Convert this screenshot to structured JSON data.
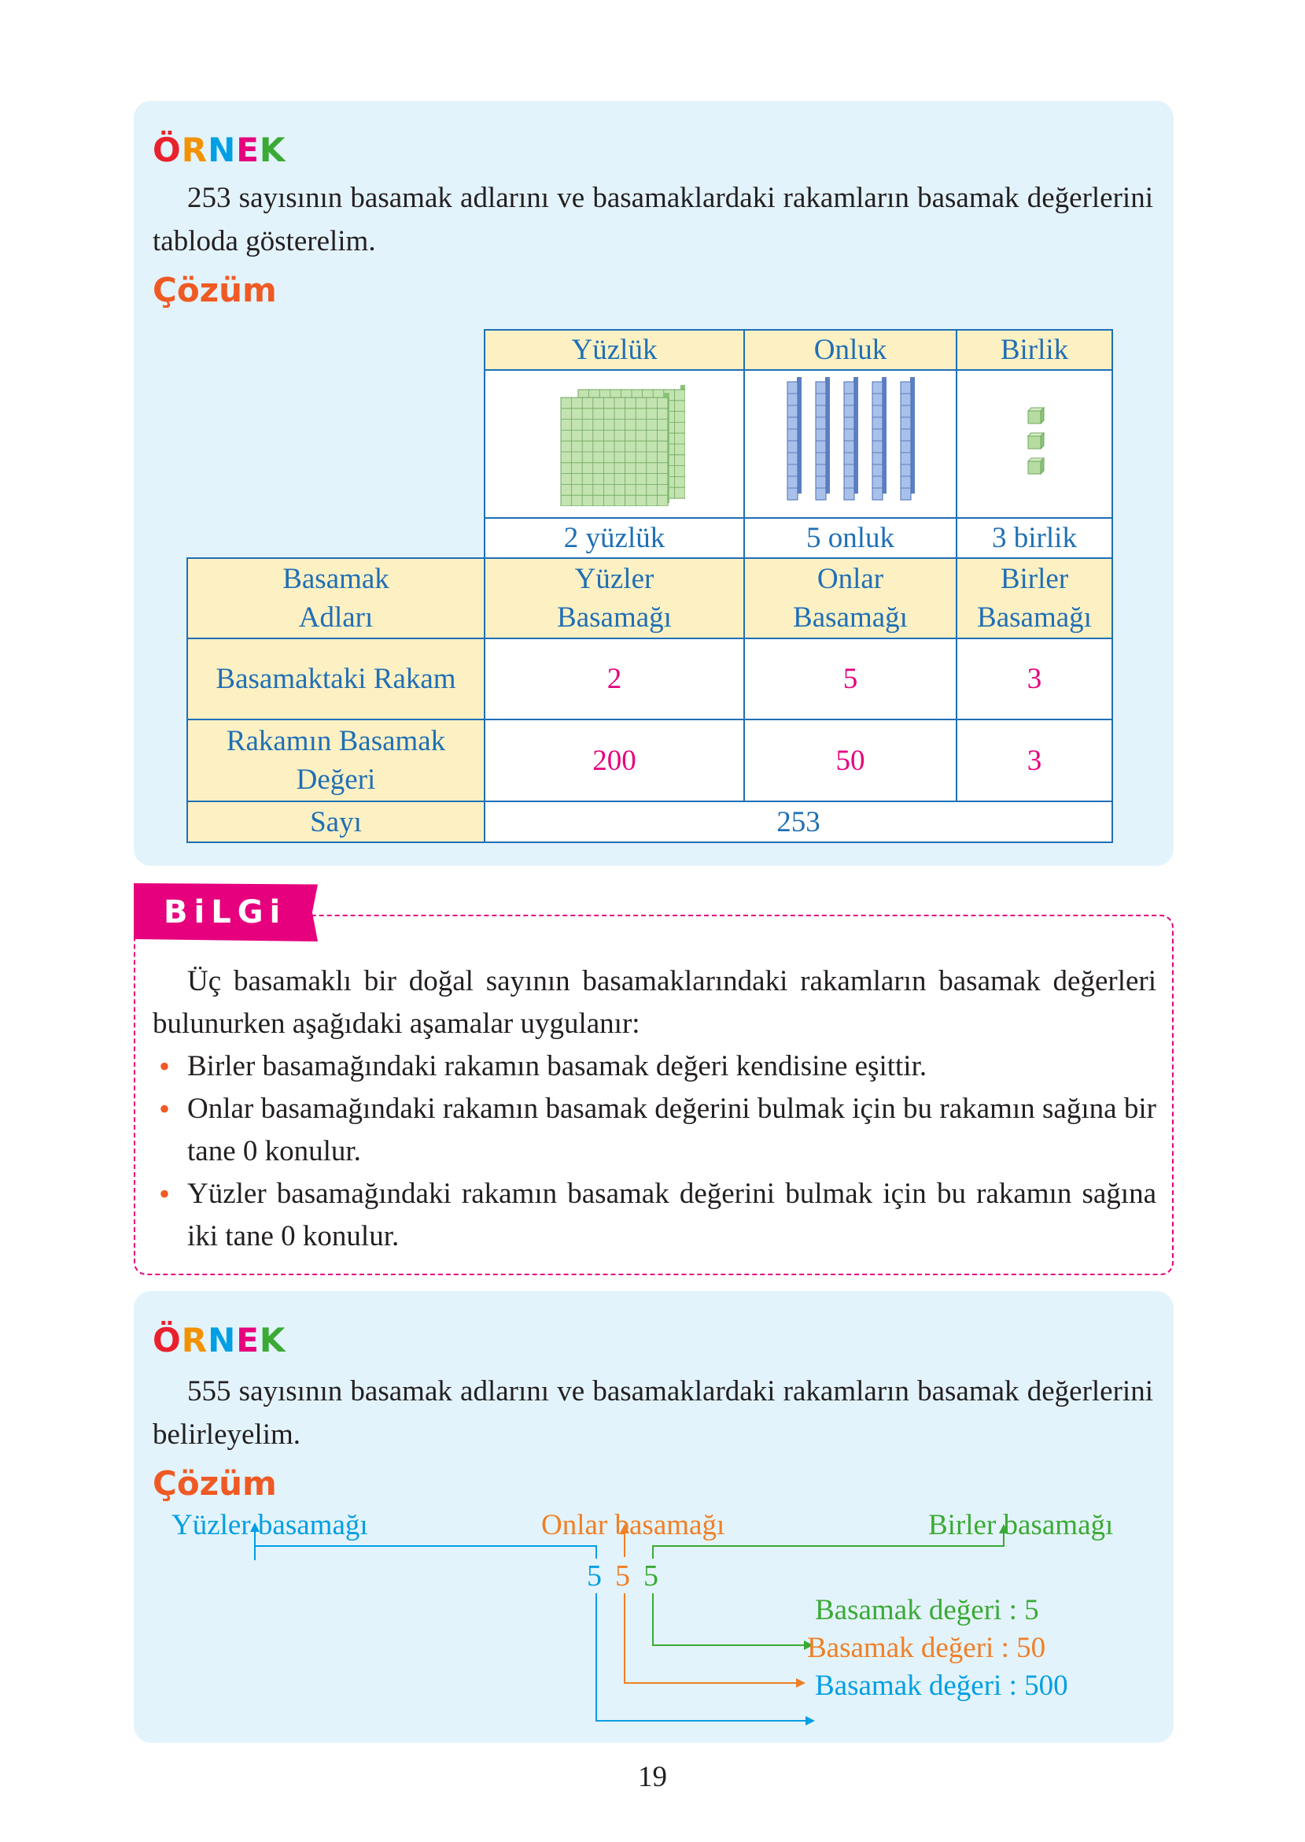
{
  "example1": {
    "badge_letters": [
      {
        "ch": "Ö",
        "color": "#e9212d"
      },
      {
        "ch": "R",
        "color": "#f39200"
      },
      {
        "ch": "N",
        "color": "#009fe3"
      },
      {
        "ch": "E",
        "color": "#e6007e"
      },
      {
        "ch": "K",
        "color": "#3aaa35"
      }
    ],
    "question": "253 sayısının basamak adlarını ve basamaklardaki rakamların basamak değerlerini tabloda gösterelim.",
    "solution_label": "Çözüm",
    "table": {
      "columns": [
        "Yüzlük",
        "Onluk",
        "Birlik"
      ],
      "counts": [
        "2 yüzlük",
        "5 onluk",
        "3 birlik"
      ],
      "row_names": {
        "place_names": {
          "line1": "Basamak",
          "line2": "Adları"
        },
        "digit": "Basamaktaki Rakam",
        "value": {
          "line1": "Rakamın Basamak",
          "line2": "Değeri"
        },
        "number": "Sayı"
      },
      "place_names": [
        {
          "line1": "Yüzler",
          "line2": "Basamağı"
        },
        {
          "line1": "Onlar",
          "line2": "Basamağı"
        },
        {
          "line1": "Birler",
          "line2": "Basamağı"
        }
      ],
      "digits": [
        "2",
        "5",
        "3"
      ],
      "values": [
        "200",
        "50",
        "3"
      ],
      "number": "253",
      "blocks": {
        "hundreds": 2,
        "tens": 5,
        "ones": 3
      }
    }
  },
  "info": {
    "tab_label": "BiLGi",
    "intro": "Üç basamaklı bir doğal sayının basamaklarındaki rakamların basamak değerleri bulunurken aşağıdaki aşamalar uygulanır:",
    "bullets": [
      "Birler basamağındaki rakamın basamak değeri kendisine eşittir.",
      "Onlar basamağındaki rakamın basamak değerini bulmak için bu rakamın sağına bir tane 0 konulur.",
      "Yüzler basamağındaki rakamın basamak değerini bulmak için bu rakamın sağına iki tane 0 konulur."
    ]
  },
  "example2": {
    "question": "555 sayısının basamak adlarını ve basamaklardaki rakamların basamak değerlerini belirleyelim.",
    "solution_label": "Çözüm",
    "labels": {
      "hundreds": "Yüzler basamağı",
      "tens": "Onlar basamağı",
      "ones": "Birler basamağı"
    },
    "digits": [
      "5",
      "5",
      "5"
    ],
    "values": {
      "ones": "Basamak değeri : 5",
      "tens": "Basamak değeri : 50",
      "hundreds": "Basamak değeri : 500"
    },
    "colors": {
      "hundreds": "#009fe3",
      "tens": "#f07f26",
      "ones": "#3aaa35"
    }
  },
  "page_number": "19"
}
